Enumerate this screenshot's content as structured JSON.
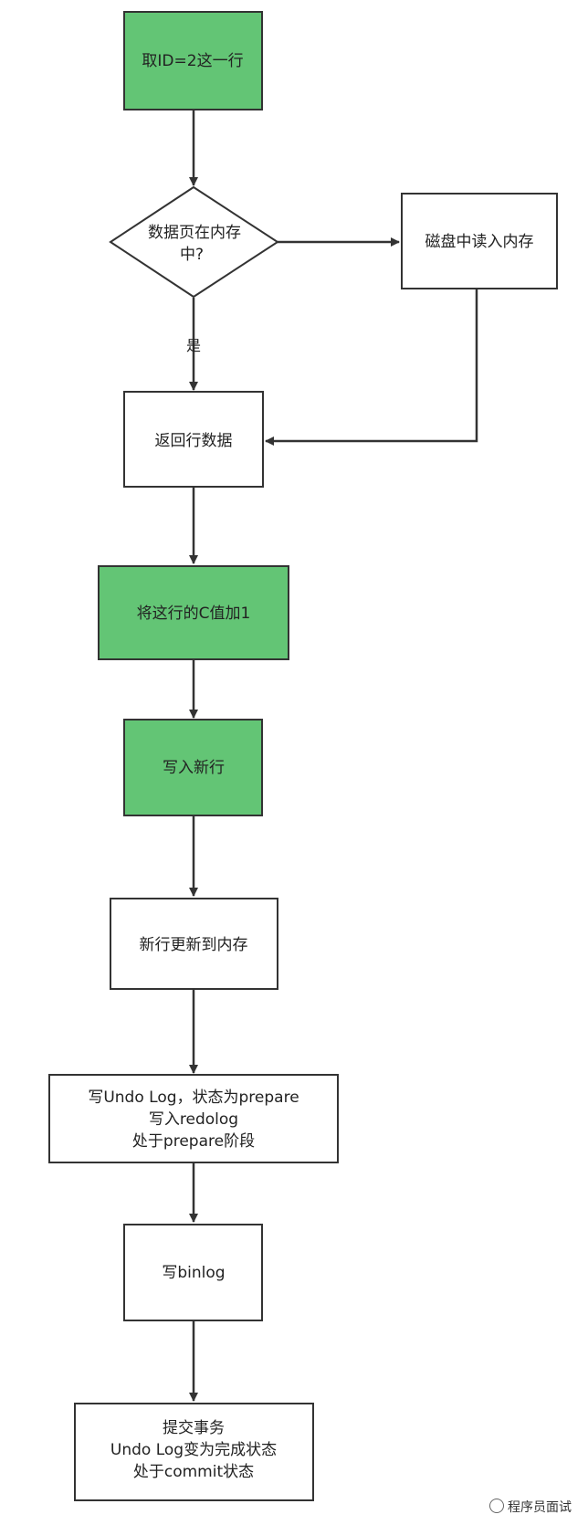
{
  "colors": {
    "green_fill": "#63c575",
    "white_fill": "#ffffff",
    "stroke": "#333333",
    "text": "#222222"
  },
  "nodes": {
    "fetch_row": "取ID=2这一行",
    "page_in_memory": [
      "数据页在内存",
      "中?"
    ],
    "read_from_disk": "磁盘中读入内存",
    "return_row": "返回行数据",
    "increment_c": "将这行的C值加1",
    "write_new_row": "写入新行",
    "update_memory": "新行更新到内存",
    "write_undo_redo": [
      "写Undo Log，状态为prepare",
      "写入redolog",
      "处于prepare阶段"
    ],
    "write_binlog": "写binlog",
    "commit": [
      "提交事务",
      "Undo Log变为完成状态",
      "处于commit状态"
    ]
  },
  "edge_labels": {
    "yes": "是"
  },
  "watermark": "程序员面试"
}
